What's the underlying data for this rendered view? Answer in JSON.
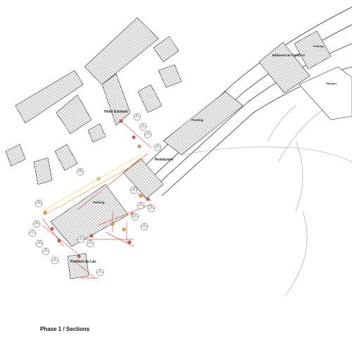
{
  "caption": "Phase 1 / Sections",
  "buildings": {
    "hotel": "Hôtel Existant",
    "restaurant": "Restaurant",
    "pavilion": "Pavillon du Lac",
    "heliport_building": "Bâtiment de l'héliport",
    "heliport": "Héliport",
    "parking_main": "Parking",
    "parking_upper": "Parking",
    "parking_far": "Parking"
  },
  "section_markers": [
    "01",
    "02",
    "03",
    "04",
    "05",
    "06",
    "07",
    "08",
    "09",
    "0A",
    "0B",
    "0C",
    "11",
    "21",
    "22",
    "23",
    "24",
    "25",
    "26"
  ],
  "colors": {
    "hatch": "#444444",
    "section_red": "#e0554f",
    "section_orange": "#f0a23a",
    "section_yellow": "#f2d35a",
    "road": "#333333"
  }
}
